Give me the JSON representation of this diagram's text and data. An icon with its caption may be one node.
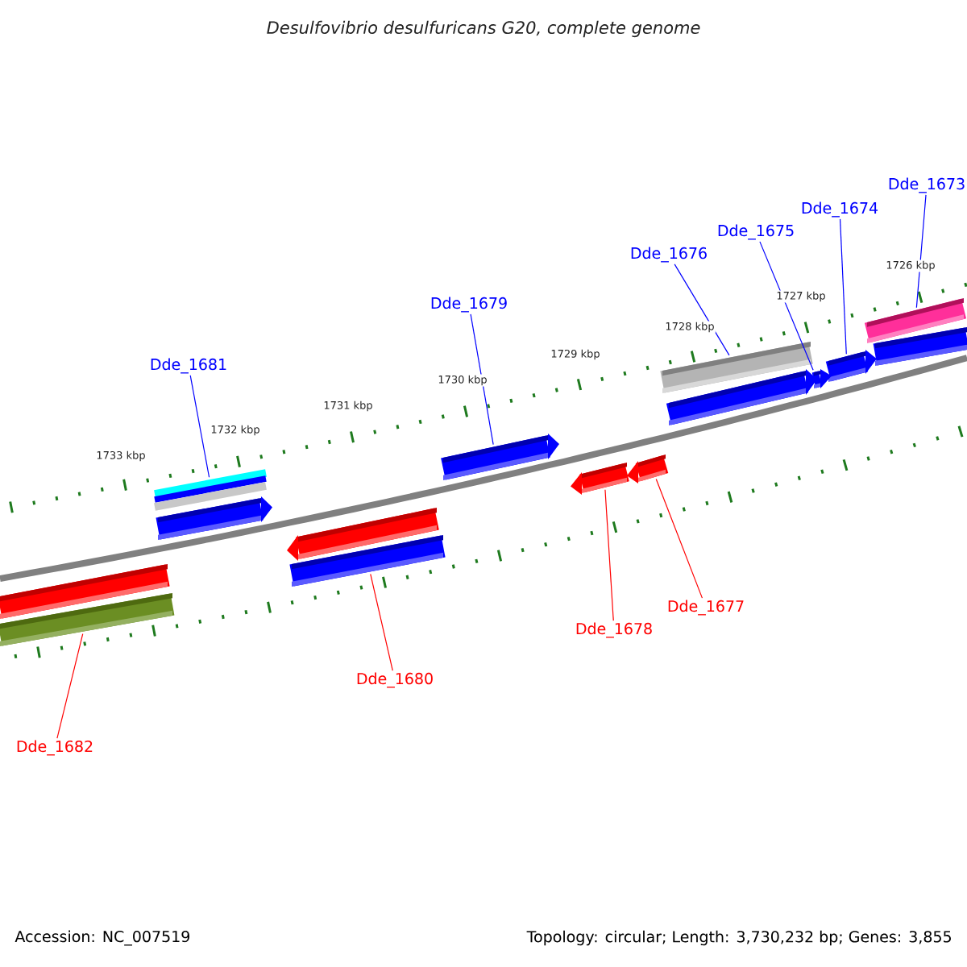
{
  "diagram": {
    "title": "Desulfovibrio desulfuricans G20, complete genome",
    "nodes": [
      {
        "text": [
          "Dde_1673"
        ]
      },
      {
        "text": [
          "Dde_1674"
        ]
      },
      {
        "text": [
          "Dde_1675"
        ]
      },
      {
        "text": [
          "Dde_1676"
        ]
      },
      {
        "text": [
          "Dde_1679"
        ]
      },
      {
        "text": [
          "Dde_1681"
        ]
      },
      {
        "text": [
          "Dde_1677"
        ]
      },
      {
        "text": [
          "Dde_1678"
        ]
      },
      {
        "text": [
          "Dde_1680"
        ]
      },
      {
        "text": [
          "Dde_1682"
        ]
      },
      {
        "text": [],
        "shape": "bar"
      },
      {
        "text": [],
        "shape": "arrow"
      },
      {
        "text": [],
        "shape": "arrow"
      },
      {
        "text": [],
        "shape": "bar"
      },
      {
        "text": [],
        "shape": "arrow"
      },
      {
        "text": [],
        "shape": "bar"
      },
      {
        "text": [],
        "shape": "arrow"
      },
      {
        "text": [],
        "shape": "arrow"
      },
      {
        "text": [],
        "shape": "bar"
      },
      {
        "text": [],
        "shape": "bar"
      },
      {
        "text": [],
        "shape": "arrow"
      },
      {
        "text": [],
        "shape": "bar"
      },
      {
        "text": [],
        "shape": "bar"
      },
      {
        "text": [],
        "shape": "bar"
      },
      {
        "text": [],
        "shape": "arrow"
      },
      {
        "text": [],
        "shape": "arrow"
      },
      {
        "text": [],
        "shape": "bar"
      }
    ],
    "edges": [
      {
        "from": 0,
        "to": 10,
        "arrow": "none"
      },
      {
        "from": 1,
        "to": 11,
        "arrow": "none"
      },
      {
        "from": 2,
        "to": 12,
        "arrow": "none"
      },
      {
        "from": 3,
        "to": 13,
        "arrow": "none"
      },
      {
        "from": 4,
        "to": 14,
        "arrow": "none"
      },
      {
        "from": 5,
        "to": 15,
        "arrow": "none"
      },
      {
        "from": 6,
        "to": 16,
        "arrow": "none",
        "color": "#ff0000"
      },
      {
        "from": 7,
        "to": 17,
        "arrow": "none",
        "color": "#ff0000"
      },
      {
        "from": 8,
        "to": 18,
        "arrow": "none",
        "color": "#ff0000"
      },
      {
        "from": 9,
        "to": 19,
        "arrow": "none",
        "color": "#ff0000"
      }
    ],
    "labels": [
      "1733 kbp",
      "1732 kbp",
      "1731 kbp",
      "1730 kbp",
      "1729 kbp",
      "1728 kbp",
      "1727 kbp",
      "1726 kbp",
      "Accession: NC_007519",
      "Topology: circular; Length: 3,730,232 bp; Genes: 3,855"
    ]
  }
}
